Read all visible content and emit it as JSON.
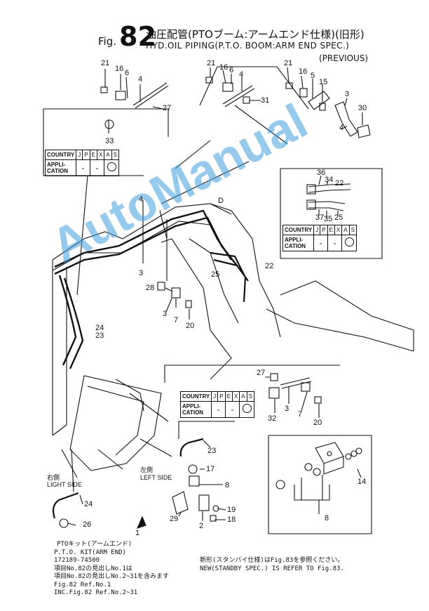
{
  "header": {
    "fig_prefix": "Fig.",
    "fig_number": "82",
    "title_jp": "油圧配管(PTOブーム:アームエンド仕様)(旧形)",
    "title_en": "HYD.OIL PIPING(P.T.O. BOOM:ARM END SPEC.)",
    "title_en2": "(PREVIOUS)"
  },
  "application_tables": [
    {
      "country_label": "COUNTRY",
      "codes": [
        "J",
        "P",
        "E",
        "X",
        "A",
        "S"
      ],
      "application_label_1": "APPLI-",
      "application_label_2": "CATION",
      "values": [
        "-",
        "-",
        "○"
      ]
    },
    {
      "country_label": "COUNTRY",
      "codes": [
        "J",
        "P",
        "E",
        "X",
        "A",
        "S"
      ],
      "application_label_1": "APPLI-",
      "application_label_2": "CATION",
      "values": [
        "-",
        "-",
        "○"
      ]
    },
    {
      "country_label": "COUNTRY",
      "codes": [
        "J",
        "P",
        "E",
        "X",
        "A",
        "S"
      ],
      "application_label_1": "APPLI-",
      "application_label_2": "CATION",
      "values": [
        "-",
        "-",
        "○"
      ]
    }
  ],
  "callouts": {
    "c21a": "21",
    "c16a": "16",
    "c6a": "6",
    "c4a": "4",
    "c27a": "27",
    "c33": "33",
    "c21b": "21",
    "c16b": "16",
    "c6b": "6",
    "c4b": "4",
    "c31": "31",
    "c21c": "21",
    "c16c": "16",
    "c5": "5",
    "c15": "15",
    "c3a": "3",
    "c30": "30",
    "c4c": "4",
    "c36": "36",
    "c34": "34",
    "c22a": "22",
    "c37": "37",
    "c35": "35",
    "c25a": "25",
    "cD": "D",
    "c4d": "4",
    "c3b": "3",
    "c25b": "25",
    "c22b": "22",
    "c28": "28",
    "c3c": "3",
    "c7a": "7",
    "c20a": "20",
    "c24a": "24",
    "c23a": "23",
    "c27b": "27",
    "c32": "32",
    "c3d": "3",
    "c7b": "7",
    "c20b": "20",
    "c23b": "23",
    "c17": "17",
    "c8a": "8",
    "c29": "29",
    "c2": "2",
    "c19": "19",
    "c18": "18",
    "c14": "14",
    "c8b": "8",
    "c24b": "24",
    "c26": "26",
    "c1": "1"
  },
  "sides": {
    "right_jp": "右側",
    "right_en": "LIGHT SIDE",
    "left_jp": "左側",
    "left_en": "LEFT SIDE"
  },
  "notes": {
    "kit_jp": "PTOキット(アームエンド)",
    "kit_en": "P.T.O. KIT(ARM END)",
    "kit_part": "172189-74500",
    "ref1_jp": "項目No.82の見出しNo.1は",
    "ref2_jp": "項目No.82の見出しNo.2~31を含みます",
    "ref1_en": "Fig.82 Ref.No.1",
    "ref2_en": "INC.Fig.82 Ref.No.2~31",
    "new_jp": "新形(スタンバイ仕様)はFig.83を参照ください。",
    "new_en": "NEW(STANDBY SPEC.) IS REFER TO Fig.83."
  },
  "watermark": "AutoManual"
}
